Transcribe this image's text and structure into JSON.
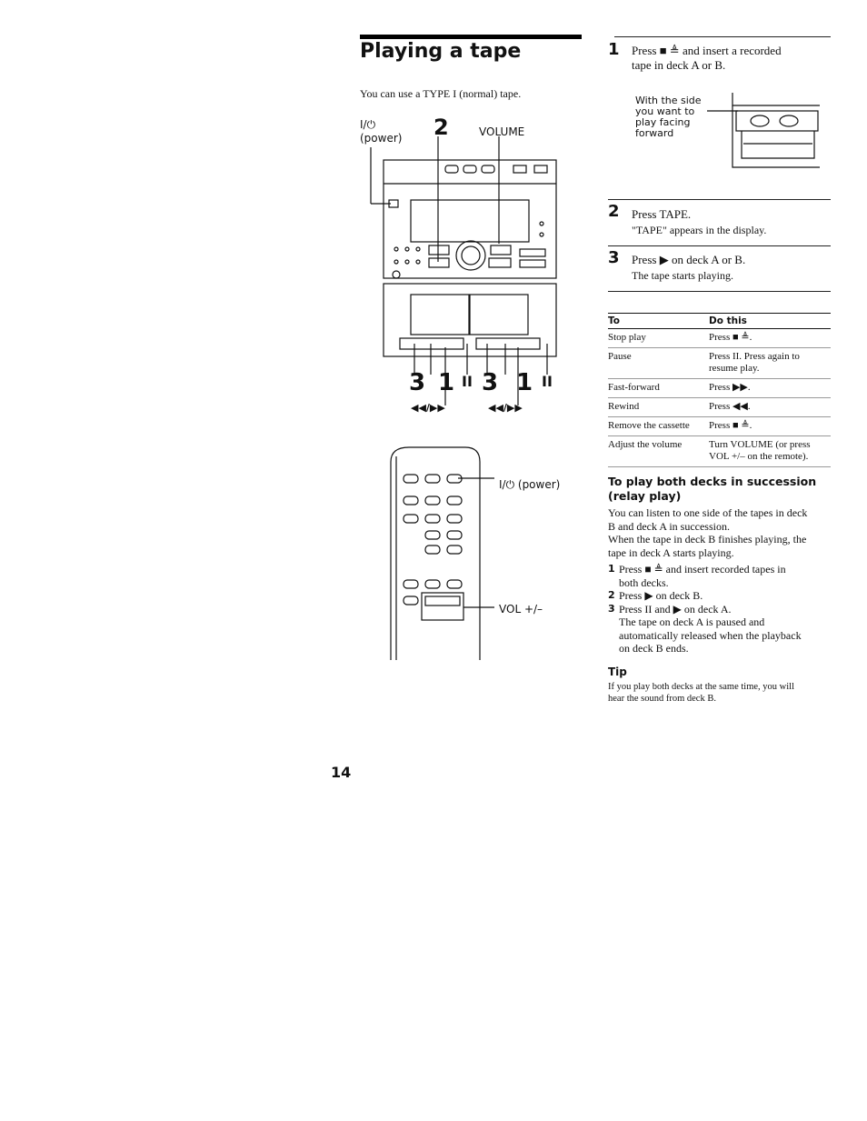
{
  "title": "Playing a tape",
  "intro": "You can use a TYPE I (normal) tape.",
  "figure_main": {
    "power_symbol": "I/⏻",
    "power_label": "(power)",
    "step_big": "2",
    "volume_label": "VOLUME",
    "callouts": [
      "3",
      "1",
      "II",
      "3",
      "1",
      "II"
    ],
    "ff_rew_labels": [
      "◀◀/▶▶",
      "◀◀/▶▶"
    ]
  },
  "figure_remote": {
    "power_label": "I/⏻ (power)",
    "vol_label": "VOL +/–"
  },
  "figure_deck": {
    "caption_lines": [
      "With the side",
      "you want to",
      "play facing",
      "forward"
    ]
  },
  "steps": [
    {
      "num": "1",
      "text_lines": [
        "Press ■ ≜ and insert a recorded",
        "tape in deck A or B."
      ]
    },
    {
      "num": "2",
      "text": "Press TAPE.",
      "sub": "\"TAPE\" appears in the display."
    },
    {
      "num": "3",
      "text": "Press ▶ on deck A or B.",
      "sub": "The tape starts playing."
    }
  ],
  "table": {
    "headers": [
      "To",
      "Do this"
    ],
    "rows": [
      {
        "to": "Stop play",
        "do": [
          "Press ■ ≜."
        ]
      },
      {
        "to": "Pause",
        "do": [
          "Press II. Press again to",
          "resume play."
        ]
      },
      {
        "to": "Fast-forward",
        "do": [
          "Press ▶▶."
        ]
      },
      {
        "to": "Rewind",
        "do": [
          "Press ◀◀."
        ]
      },
      {
        "to": "Remove the cassette",
        "do": [
          "Press ■ ≜."
        ]
      },
      {
        "to": "Adjust the volume",
        "do": [
          "Turn VOLUME (or press",
          "VOL +/– on the remote)."
        ]
      }
    ]
  },
  "relay": {
    "heading_lines": [
      "To play both decks in succession",
      "(relay play)"
    ],
    "para_lines": [
      "You can listen to one side of the tapes in deck",
      "B and deck A in succession.",
      "When the tape in deck B finishes playing, the",
      "tape in deck A starts playing."
    ],
    "items": [
      {
        "num": "1",
        "lines": [
          "Press ■ ≜ and insert recorded tapes in",
          "both decks."
        ]
      },
      {
        "num": "2",
        "lines": [
          "Press ▶ on deck B."
        ]
      },
      {
        "num": "3",
        "lines": [
          "Press II and ▶ on deck A.",
          "The tape on deck A is paused and",
          "automatically released when the playback",
          "on deck B ends."
        ]
      }
    ]
  },
  "tip": {
    "heading": "Tip",
    "lines": [
      "If you play both decks at the same time, you will",
      "hear the sound from deck B."
    ]
  },
  "page_number": "14"
}
